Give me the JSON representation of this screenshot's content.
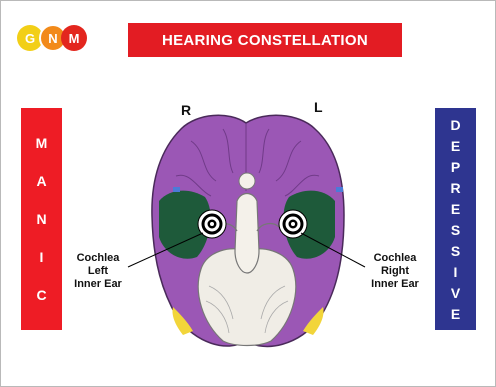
{
  "logo": {
    "letters": [
      "G",
      "N",
      "M"
    ]
  },
  "title": "HEARING CONSTELLATION",
  "hemispheres": {
    "right": "R",
    "left": "L"
  },
  "manic": {
    "letters": [
      "M",
      "A",
      "N",
      "I",
      "C"
    ]
  },
  "depressive": {
    "letters": [
      "D",
      "E",
      "P",
      "R",
      "E",
      "S",
      "S",
      "I",
      "V",
      "E"
    ]
  },
  "labels": {
    "left": [
      "Cochlea",
      "Left",
      "Inner Ear"
    ],
    "right": [
      "Cochlea",
      "Right",
      "Inner Ear"
    ]
  },
  "colors": {
    "red": "#e31c23",
    "blue": "#2e3590",
    "cortex": "#9b57b5",
    "temporal": "#1e5a3a",
    "yellow": "#f2d53a"
  }
}
